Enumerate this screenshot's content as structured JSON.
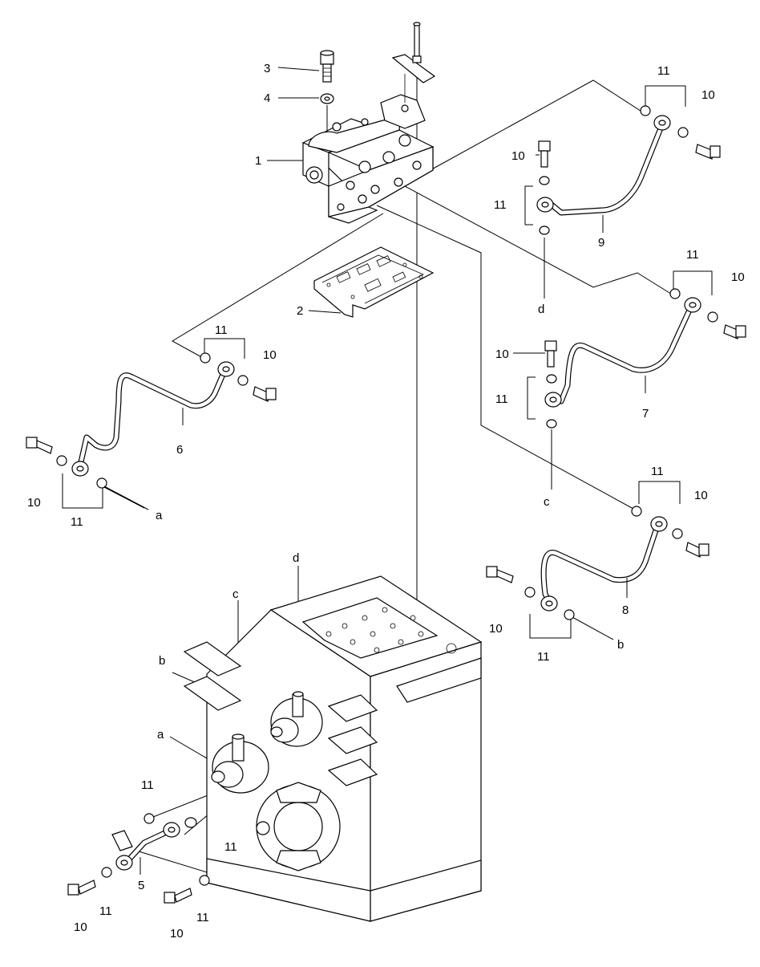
{
  "diagram": {
    "type": "exploded-parts-diagram",
    "callouts": [
      {
        "id": "c1",
        "text": "1"
      },
      {
        "id": "c2",
        "text": "2"
      },
      {
        "id": "c3",
        "text": "3"
      },
      {
        "id": "c4",
        "text": "4"
      },
      {
        "id": "c5",
        "text": "5"
      },
      {
        "id": "c6",
        "text": "6"
      },
      {
        "id": "c7",
        "text": "7"
      },
      {
        "id": "c8",
        "text": "8"
      },
      {
        "id": "c9",
        "text": "9"
      },
      {
        "id": "c10a",
        "text": "10"
      },
      {
        "id": "c10b",
        "text": "10"
      },
      {
        "id": "c10c",
        "text": "10"
      },
      {
        "id": "c10d",
        "text": "10"
      },
      {
        "id": "c10e",
        "text": "10"
      },
      {
        "id": "c10f",
        "text": "10"
      },
      {
        "id": "c10g",
        "text": "10"
      },
      {
        "id": "c10h",
        "text": "10"
      },
      {
        "id": "c10i",
        "text": "10"
      },
      {
        "id": "c10j",
        "text": "10"
      },
      {
        "id": "c11a",
        "text": "11"
      },
      {
        "id": "c11b",
        "text": "11"
      },
      {
        "id": "c11c",
        "text": "11"
      },
      {
        "id": "c11d",
        "text": "11"
      },
      {
        "id": "c11e",
        "text": "11"
      },
      {
        "id": "c11f",
        "text": "11"
      },
      {
        "id": "c11g",
        "text": "11"
      },
      {
        "id": "c11h",
        "text": "11"
      },
      {
        "id": "c11i",
        "text": "11"
      },
      {
        "id": "c11j",
        "text": "11"
      },
      {
        "id": "c11k",
        "text": "11"
      },
      {
        "id": "c11l",
        "text": "11"
      }
    ],
    "connection_refs": [
      {
        "id": "ra1",
        "text": "a"
      },
      {
        "id": "ra2",
        "text": "a"
      },
      {
        "id": "rb1",
        "text": "b"
      },
      {
        "id": "rb2",
        "text": "b"
      },
      {
        "id": "rc1",
        "text": "c"
      },
      {
        "id": "rc2",
        "text": "c"
      },
      {
        "id": "rd1",
        "text": "d"
      },
      {
        "id": "rd2",
        "text": "d"
      }
    ]
  }
}
